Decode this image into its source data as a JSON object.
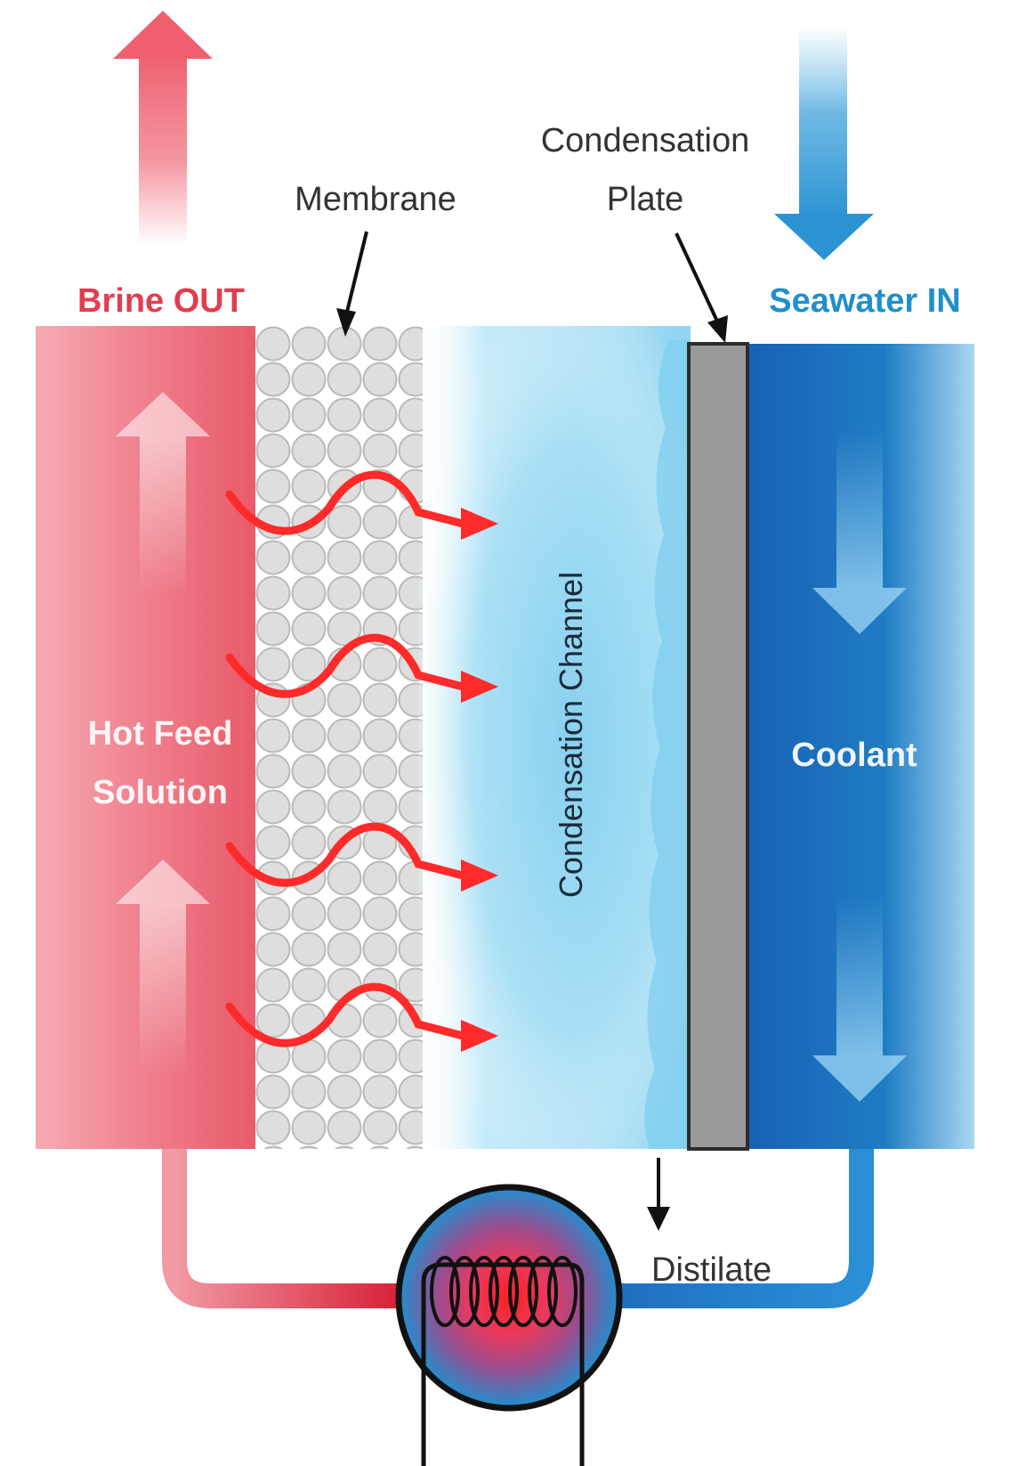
{
  "labels": {
    "membrane": "Membrane",
    "condensation_plate_line1": "Condensation",
    "condensation_plate_line2": "Plate",
    "brine_out": "Brine OUT",
    "seawater_in": "Seawater IN",
    "hot_feed_line1": "Hot Feed",
    "hot_feed_line2": "Solution",
    "condensation_channel": "Condensation Channel",
    "coolant": "Coolant",
    "distilate": "Distilate"
  },
  "colors": {
    "hot_feed": "#e8606f",
    "brine_label": "#e23d4f",
    "coolant": "#1f74bf",
    "seawater_label": "#1f8fcc",
    "condensation_channel": "#8fd4f0",
    "condensation_plate": "#9a9a9a",
    "membrane_pores": "#d9d9d9",
    "vapor_arrows": "#ff2a2a",
    "heater_coil": "#e01818"
  },
  "icons": {
    "vapor_flow": "wavy-arrow-icon",
    "heater": "heating-coil-icon",
    "flow_direction": "arrow-icon"
  }
}
